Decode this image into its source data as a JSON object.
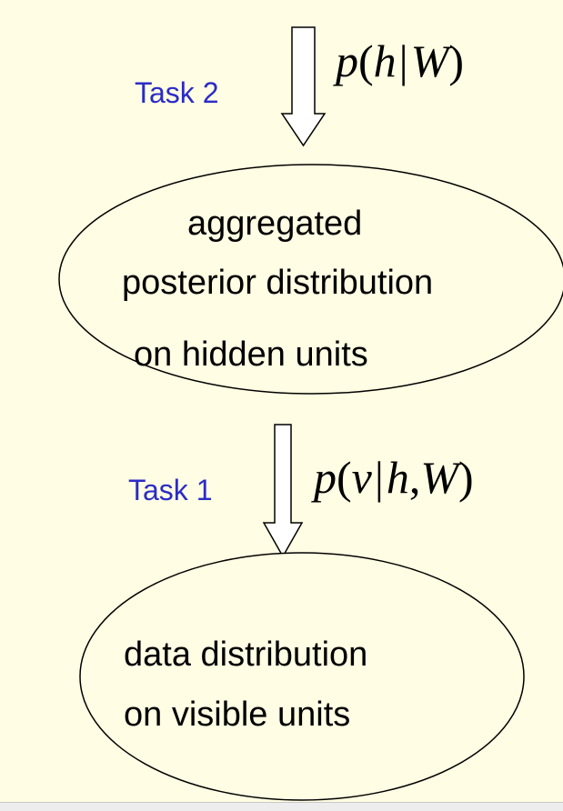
{
  "colors": {
    "background": "#fffde3",
    "ellipse_fill": "#fffde3",
    "ellipse_stroke": "#000000",
    "arrow_fill": "#ffffff",
    "arrow_stroke": "#000000",
    "task_label": "#2b2bc8",
    "text": "#000000"
  },
  "task2": {
    "label": "Task 2",
    "formula": {
      "p": "p",
      "open": "(",
      "var": "h",
      "bar": "|",
      "given": "W",
      "close": ")"
    }
  },
  "ellipse_hidden": {
    "line1": "aggregated",
    "line2": "posterior distribution",
    "line3": "on hidden units"
  },
  "task1": {
    "label": "Task 1",
    "formula": {
      "p": "p",
      "open": "(",
      "var": "v",
      "bar": "|",
      "given1": "h",
      "comma": ",",
      "given2": "W",
      "close": ")"
    }
  },
  "ellipse_visible": {
    "line1": "data distribution",
    "line2": "on visible units"
  }
}
